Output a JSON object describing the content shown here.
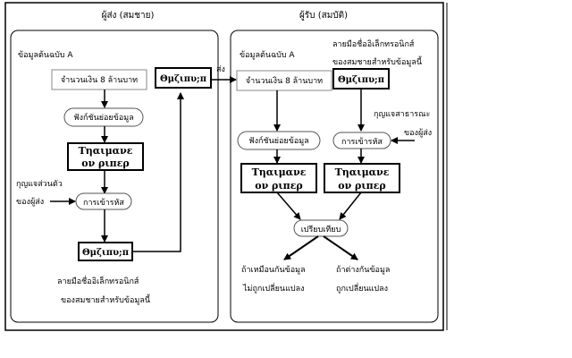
{
  "sender": {
    "title": "ผู้ส่ง (สมชาย)",
    "original_doc": "ข้อมูลต้นฉบับ A",
    "amount": "จำนวนเงิน 8 ล้านบาท",
    "hash_function": "ฟังก์ชันย่อยข้อมูล",
    "digest_line1": "Τηαιμανε",
    "digest_line2": "ον ριπερ",
    "private_key_line1": "กุญแจส่วนตัว",
    "private_key_line2": "ของผู้ส่ง",
    "encrypt": "การเข้ารหัส",
    "signature": "Θμζιπυ;π",
    "signature_caption_line1": "ลายมือชื่ออิเล็กทรอนิกส์",
    "signature_caption_line2": "ของสมชายสำหรับข้อมูลนี้",
    "sent_signature": "Θμζιπυ;π"
  },
  "send_label": "ส่ง",
  "receiver": {
    "title": "ผู้รับ (สมบัติ)",
    "original_doc": "ข้อมูลต้นฉบับ A",
    "amount": "จำนวนเงิน 8 ล้านบาท",
    "signature_caption_line1": "ลายมือชื่ออิเล็กทรอนิกส์",
    "signature_caption_line2": "ของสมชายสำหรับข้อมูลนี้",
    "signature": "Θμζιπυ;π",
    "public_key_line1": "กุญแจสาธารณะ",
    "public_key_line2": "ของผู้ส่ง",
    "hash_function": "ฟังก์ชันย่อยข้อมูล",
    "decrypt": "การเข้ารหัส",
    "digest_a_line1": "Τηαιμανε",
    "digest_a_line2": "ον ριπερ",
    "digest_b_line1": "Τηαιμανε",
    "digest_b_line2": "ον ριπερ",
    "compare": "เปรียบเทียบ",
    "same_line1": "ถ้าเหมือนกันข้อมูล",
    "same_line2": "ไม่ถูกเปลี่ยนแปลง",
    "diff_line1": "ถ้าต่างกันข้อมูล",
    "diff_line2": "ถูกเปลี่ยนแปลง"
  }
}
